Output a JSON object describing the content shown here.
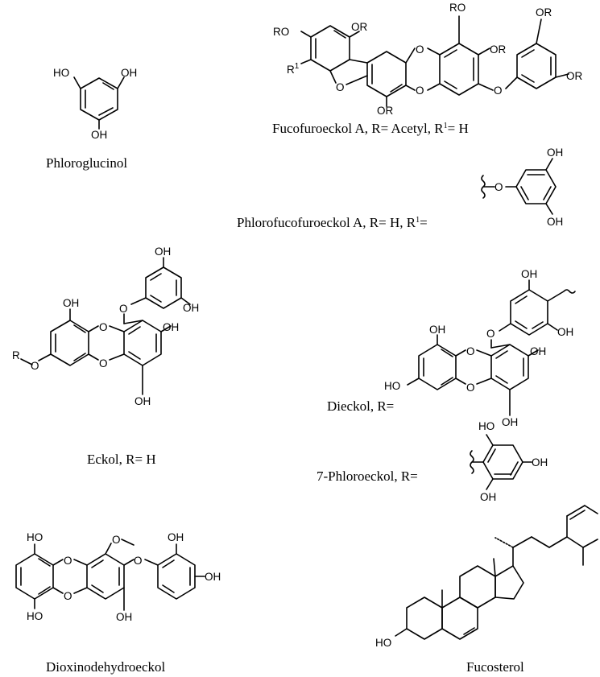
{
  "captions": {
    "phloroglucinol": "Phloroglucinol",
    "fucofuroeckol_a": "Fucofuroeckol A, R= Acetyl, R",
    "fucofuroeckol_a_sup": "1",
    "fucofuroeckol_a_end": "= H",
    "phlorofucofuroeckol_a": "Phlorofucofuroeckol A, R= H, R",
    "phlorofucofuroeckol_a_sup": "1",
    "phlorofucofuroeckol_a_end": "=",
    "eckol": "Eckol, R= H",
    "dieckol": "Dieckol, R=",
    "phloroeckol": "7-Phloroeckol, R=",
    "dioxinodehydroeckol": "Dioxinodehydroeckol",
    "fucosterol": "Fucosterol"
  },
  "atoms": {
    "oh": "OH",
    "ho": "HO",
    "o": "O",
    "or": "OR",
    "ro": "RO",
    "r": "R",
    "r1": "R",
    "r1_sup": "1"
  }
}
